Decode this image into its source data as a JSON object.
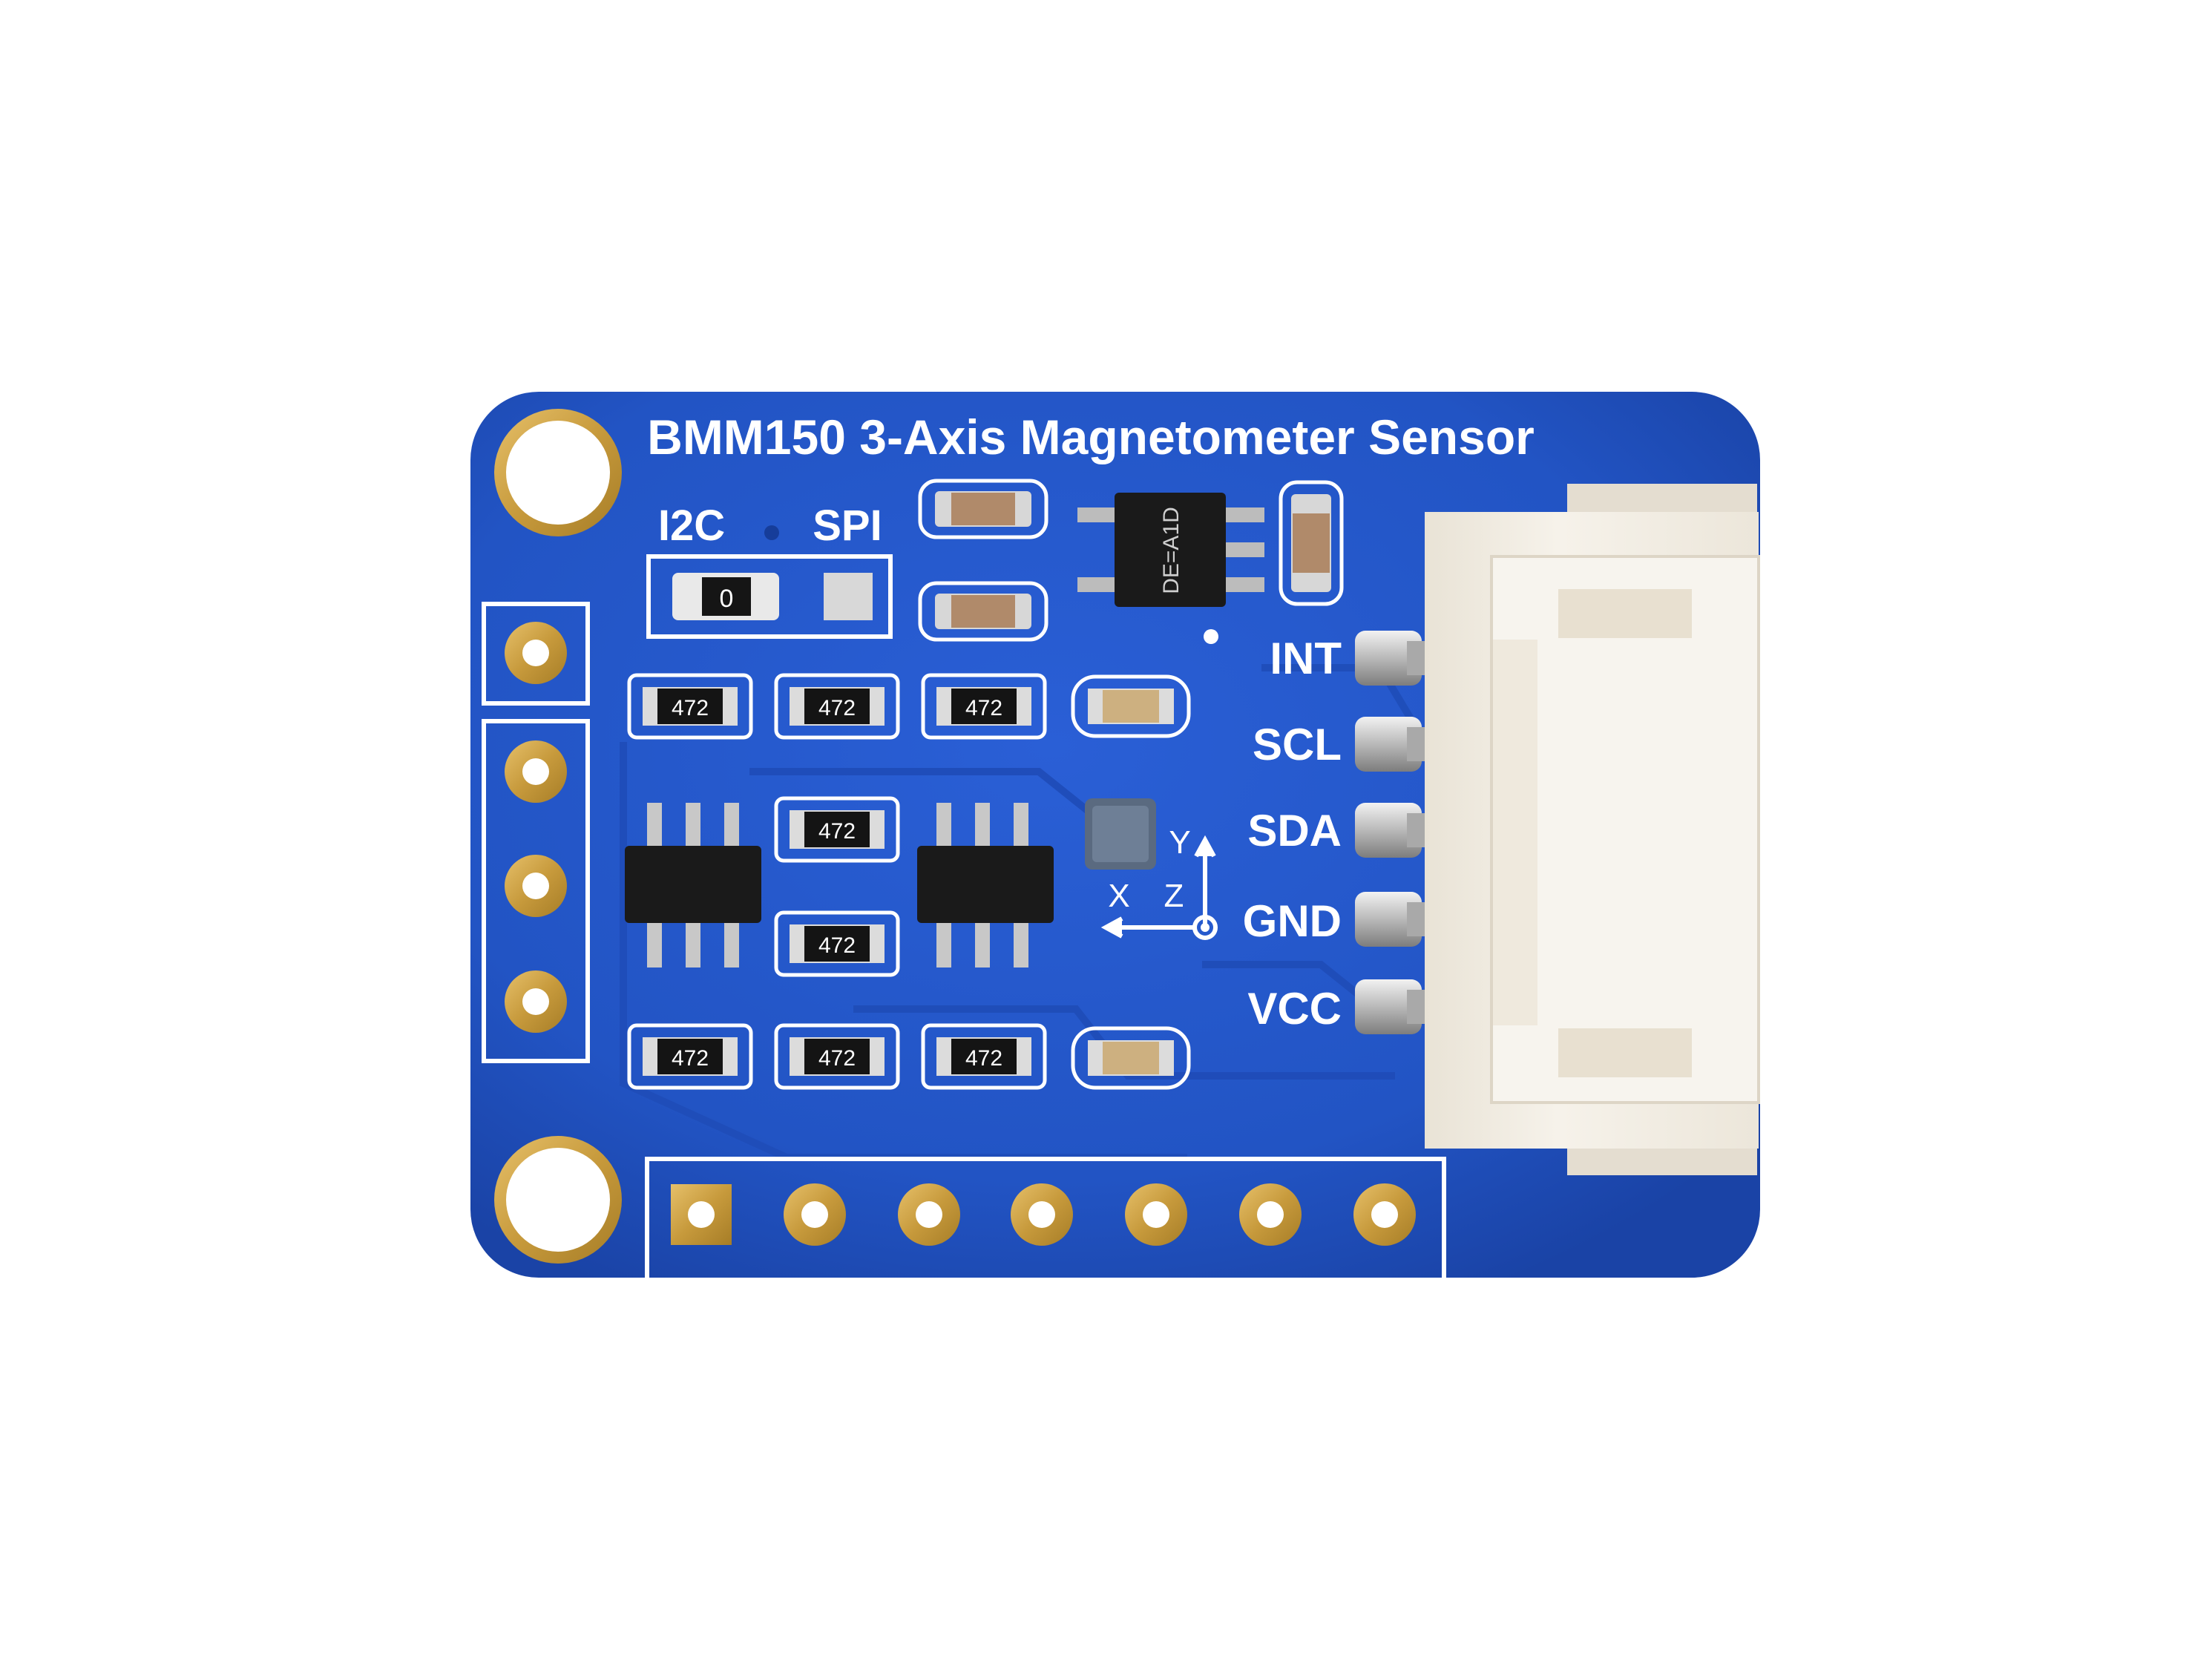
{
  "board": {
    "title": "BMM150 3-Axis Magnetometer Sensor",
    "interface_labels": [
      "I2C",
      "SPI"
    ],
    "jumper_label": "0",
    "regulator_marking": "DE=A1D",
    "resistor_marking": "472",
    "connector_pins": [
      "INT",
      "SCL",
      "SDA",
      "GND",
      "VCC"
    ],
    "axis_labels": {
      "x": "X",
      "y": "Y",
      "z": "Z"
    },
    "colors": {
      "pcb": "#2456c8",
      "pcb_edge": "#1a44a8",
      "silkscreen": "#ffffff",
      "gold": "#c9a24a",
      "connector": "#f3efe6"
    }
  }
}
